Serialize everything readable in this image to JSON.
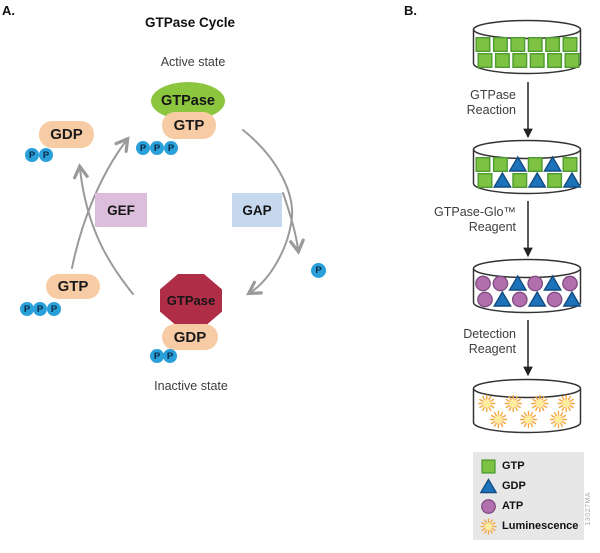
{
  "colors": {
    "gtp_green": "#7DC242",
    "gtp_green_dark": "#4D9B31",
    "gdp_blue": "#1D73B9",
    "gdp_blue_dark": "#124B80",
    "atp_purple": "#B26FAE",
    "atp_purple_dark": "#7E4B80",
    "phosphate_blue": "#2AA0DA",
    "gtpase_active_green": "#8CC63F",
    "gtpase_inactive_red": "#B02D48",
    "nucleotide_peach": "#F7CCA4",
    "gef_pink": "#DCBDDB",
    "gap_blue": "#C6D8EE",
    "arrow_gray": "#9A9A9A",
    "sun_ray": "#F7A742",
    "sun_core": "#FBEC9E",
    "legend_bg": "#E7E7E7"
  },
  "panel_a": {
    "label": "A.",
    "title": "GTPase Cycle",
    "active_state": "Active state",
    "inactive_state": "Inactive state",
    "gtpase": "GTPase",
    "gtp": "GTP",
    "gdp": "GDP",
    "gef": "GEF",
    "gap": "GAP",
    "p": "P"
  },
  "panel_b": {
    "label": "B.",
    "steps": [
      {
        "line1": "GTPase",
        "line2": "Reaction"
      },
      {
        "line1": "GTPase-Glo™",
        "line2": "Reagent"
      },
      {
        "line1": "Detection",
        "line2": "Reagent"
      }
    ],
    "dishes": [
      {
        "rows": [
          [
            "GTP",
            "GTP",
            "GTP",
            "GTP",
            "GTP",
            "GTP"
          ],
          [
            "GTP",
            "GTP",
            "GTP",
            "GTP",
            "GTP",
            "GTP"
          ]
        ]
      },
      {
        "rows": [
          [
            "GTP",
            "GTP",
            "GDP",
            "GTP",
            "GDP",
            "GTP"
          ],
          [
            "GTP",
            "GDP",
            "GTP",
            "GDP",
            "GTP",
            "GDP"
          ]
        ]
      },
      {
        "rows": [
          [
            "ATP",
            "ATP",
            "GDP",
            "ATP",
            "GDP",
            "ATP"
          ],
          [
            "ATP",
            "GDP",
            "ATP",
            "GDP",
            "ATP",
            "GDP"
          ]
        ]
      },
      {
        "rows": [
          [
            "Luminescence",
            "Luminescence",
            "Luminescence",
            "Luminescence"
          ],
          [
            "Luminescence",
            "Luminescence",
            "Luminescence"
          ]
        ]
      }
    ]
  },
  "legend": {
    "items": [
      {
        "shape": "GTP",
        "label": "GTP"
      },
      {
        "shape": "GDP",
        "label": "GDP"
      },
      {
        "shape": "ATP",
        "label": "ATP"
      },
      {
        "shape": "Luminescence",
        "label": "Luminescence"
      }
    ]
  },
  "figure_id": "13027MA"
}
